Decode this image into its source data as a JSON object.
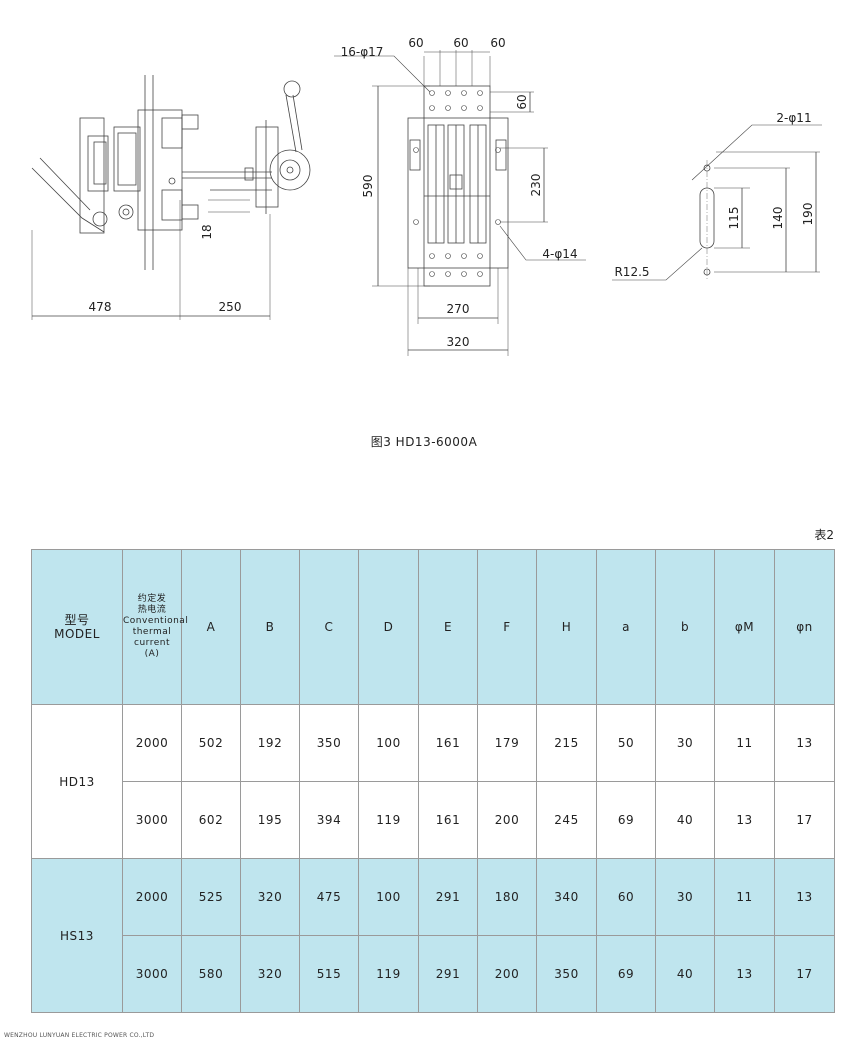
{
  "drawing": {
    "dims": {
      "d478": "478",
      "d250": "250",
      "d18": "18",
      "holes16": "16-φ17",
      "top60a": "60",
      "top60b": "60",
      "top60c": "60",
      "side60": "60",
      "d590": "590",
      "d230": "230",
      "holes4": "4-φ14",
      "d270": "270",
      "d320": "320",
      "holes2": "2-φ11",
      "d115": "115",
      "d140": "140",
      "d190": "190",
      "r125": "R12.5"
    }
  },
  "caption": "图3 HD13-6000A",
  "table_label": "表2",
  "table": {
    "head": {
      "model_cn": "型号",
      "model_en": "MODEL",
      "current_cn1": "约定发",
      "current_cn2": "热电流",
      "current_en1": "Conventional",
      "current_en2": "thermal",
      "current_en3": "current",
      "current_unit": "(A)",
      "cols": [
        "A",
        "B",
        "C",
        "D",
        "E",
        "F",
        "H",
        "a",
        "b",
        "φM",
        "φn"
      ]
    },
    "rows": [
      {
        "model": "HD13",
        "current": "2000",
        "values": [
          "502",
          "192",
          "350",
          "100",
          "161",
          "179",
          "215",
          "50",
          "30",
          "11",
          "13"
        ]
      },
      {
        "model": "",
        "current": "3000",
        "values": [
          "602",
          "195",
          "394",
          "119",
          "161",
          "200",
          "245",
          "69",
          "40",
          "13",
          "17"
        ]
      },
      {
        "model": "HS13",
        "current": "2000",
        "values": [
          "525",
          "320",
          "475",
          "100",
          "291",
          "180",
          "340",
          "60",
          "30",
          "11",
          "13"
        ]
      },
      {
        "model": "",
        "current": "3000",
        "values": [
          "580",
          "320",
          "515",
          "119",
          "291",
          "200",
          "350",
          "69",
          "40",
          "13",
          "17"
        ]
      }
    ]
  },
  "footer": "WENZHOU LUNYUAN ELECTRIC POWER CO.,LTD"
}
